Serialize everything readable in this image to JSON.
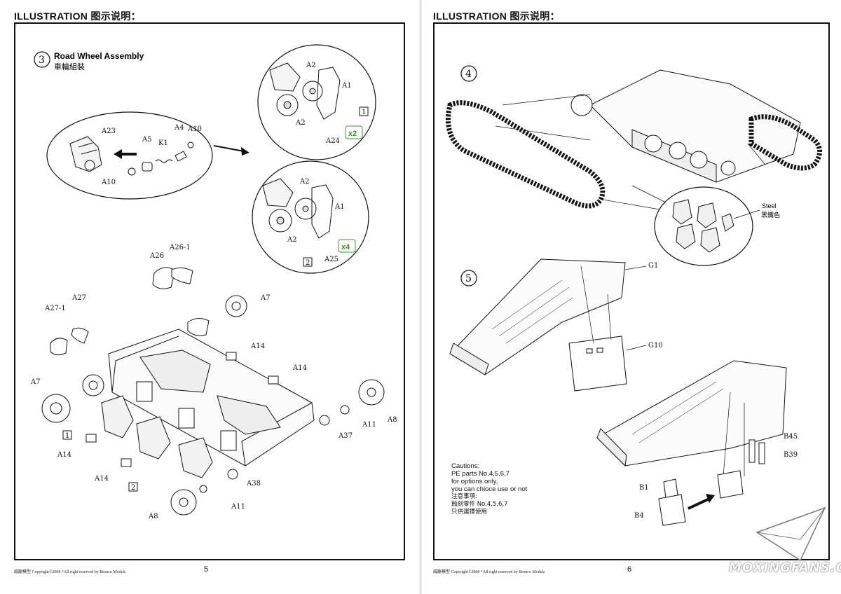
{
  "pages": [
    {
      "title": "ILLUSTRATION 图示说明：",
      "footer": "威龍模型  Copyright©2008  *All right reserved by Bronco Models",
      "number": "5"
    },
    {
      "title": "ILLUSTRATION 图示说明：",
      "footer": "威龍模型  Copyright©2008  *All right reserved by Bronco Models",
      "number": "6"
    }
  ],
  "step3": {
    "number": "3",
    "title_en": "Road Wheel Assembly",
    "title_cn": "車輪組裝",
    "variant1": {
      "box": "1",
      "qty": "x2"
    },
    "variant2": {
      "box": "2",
      "qty": "x4"
    },
    "labels": {
      "a23": "A23",
      "a5": "A5",
      "k1": "K1",
      "a4": "A4",
      "a10_top": "A10",
      "a10_bot": "A10",
      "b1_a2_top": "A2",
      "b1_a1": "A1",
      "b1_a2_bot": "A2",
      "b1_a24": "A24",
      "b2_a2_top": "A2",
      "b2_a1": "A1",
      "b2_a2_bot": "A2",
      "b2_a25": "A25",
      "a26": "A26",
      "a26_1": "A26-1",
      "a27": "A27",
      "a27_1": "A27-1",
      "a7_left": "A7",
      "a7_right": "A7",
      "a14_1": "A14",
      "a14_2": "A14",
      "a14_3": "A14",
      "a14_4": "A14",
      "a8_right": "A8",
      "a8_bottom": "A8",
      "a11_right": "A11",
      "a11_bottom": "A11",
      "a37": "A37",
      "a38": "A38",
      "box1": "1",
      "box2": "2"
    }
  },
  "step4": {
    "number": "4",
    "steel_en": "Steel",
    "steel_cn": "黑鐵色"
  },
  "step5": {
    "number": "5",
    "labels": {
      "g1": "G1",
      "g10": "G10",
      "b45": "B45",
      "b39": "B39",
      "b1": "B1",
      "b4": "B4"
    },
    "caution": [
      "Cautions:",
      "PE parts No.4,5,6,7",
      "for options only,",
      "you can chioce use or not",
      "注意事項:",
      "蝕刻零件 No.4,5,6,7",
      "只供選擇使用"
    ]
  },
  "watermark": "MOXINGFANS.COM",
  "colors": {
    "ink": "#111111",
    "accent_green": "#3a9a2a",
    "paper": "#ffffff"
  }
}
